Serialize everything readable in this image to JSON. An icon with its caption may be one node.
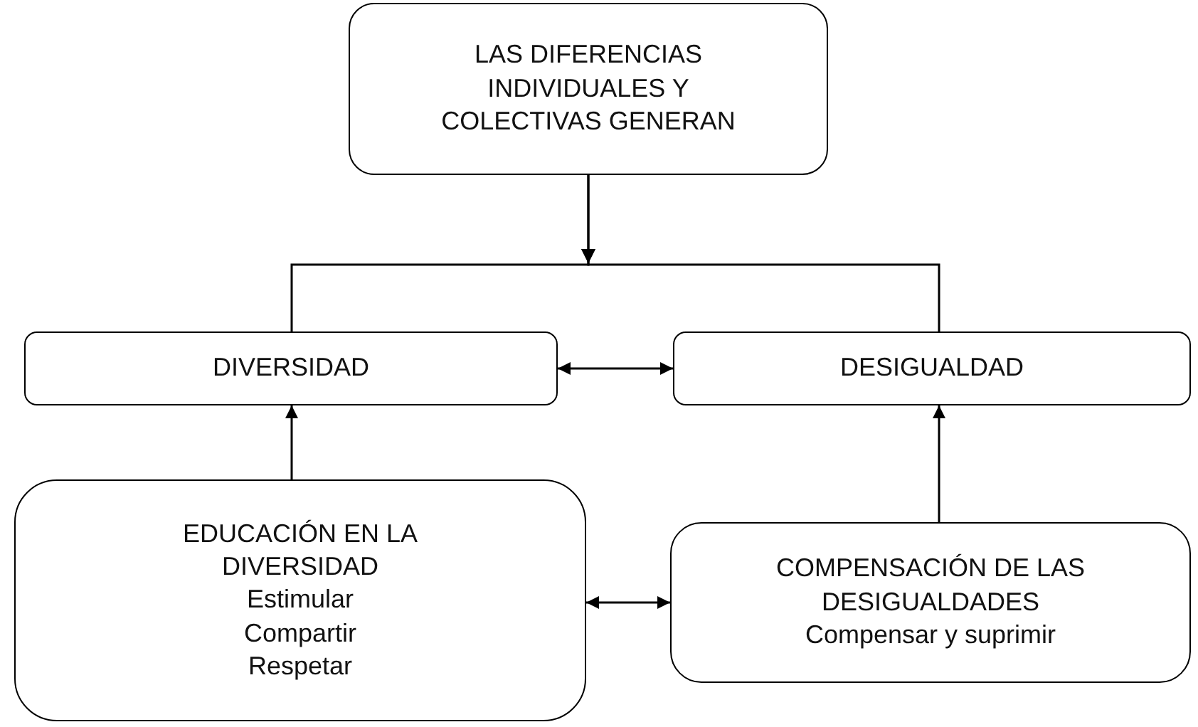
{
  "diagram": {
    "nodes": [
      {
        "text": [
          "LAS DIFERENCIAS INDIVIDUALES Y COLECTIVAS GENERAN"
        ]
      },
      {
        "text": [
          "DIVERSIDAD"
        ]
      },
      {
        "text": [
          "DESIGUALDAD"
        ]
      },
      {
        "text": [
          "EDUCACIÓN EN LA DIVERSIDAD",
          "Estimular",
          "Compartir",
          "Respetar"
        ]
      },
      {
        "text": [
          "COMPENSACIÓN DE LAS DESIGUALDADES",
          "Compensar y suprimir"
        ]
      }
    ],
    "edges": [
      {
        "from": 0,
        "to": 1,
        "arrow": "to"
      },
      {
        "from": 0,
        "to": 2,
        "arrow": "to"
      },
      {
        "from": 1,
        "to": 2,
        "arrow": "both"
      },
      {
        "from": 3,
        "to": 1,
        "arrow": "to"
      },
      {
        "from": 4,
        "to": 2,
        "arrow": "to"
      },
      {
        "from": 3,
        "to": 4,
        "arrow": "both"
      }
    ]
  }
}
